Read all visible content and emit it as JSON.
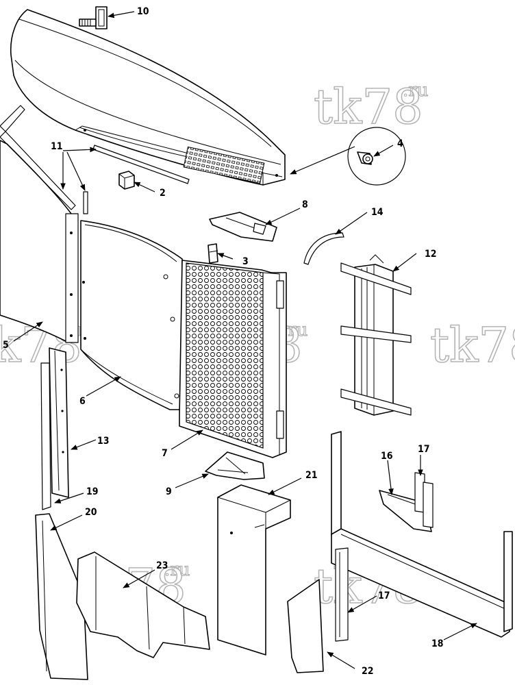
{
  "watermark": {
    "main": "tk78",
    "suffix": ".ru"
  },
  "callouts": [
    {
      "id": "c10",
      "label": "10"
    },
    {
      "id": "c4",
      "label": "4"
    },
    {
      "id": "c11",
      "label": "11"
    },
    {
      "id": "c2",
      "label": "2"
    },
    {
      "id": "c8",
      "label": "8"
    },
    {
      "id": "c14",
      "label": "14"
    },
    {
      "id": "c3",
      "label": "3"
    },
    {
      "id": "c12",
      "label": "12"
    },
    {
      "id": "c5",
      "label": "5"
    },
    {
      "id": "c6",
      "label": "6"
    },
    {
      "id": "c13",
      "label": "13"
    },
    {
      "id": "c7",
      "label": "7"
    },
    {
      "id": "c16",
      "label": "16"
    },
    {
      "id": "c17a",
      "label": "17"
    },
    {
      "id": "c9",
      "label": "9"
    },
    {
      "id": "c21",
      "label": "21"
    },
    {
      "id": "c19",
      "label": "19"
    },
    {
      "id": "c20",
      "label": "20"
    },
    {
      "id": "c23",
      "label": "23"
    },
    {
      "id": "c17b",
      "label": "17"
    },
    {
      "id": "c18",
      "label": "18"
    },
    {
      "id": "c22",
      "label": "22"
    }
  ]
}
